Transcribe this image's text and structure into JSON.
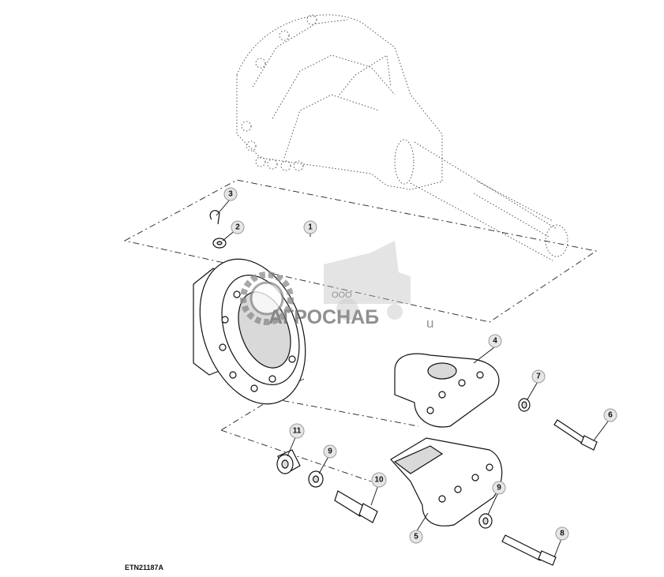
{
  "figure_code": "ETN21187A",
  "watermark": {
    "prefix": "ООО",
    "brand": "АГРОСНАБ",
    "suffix": "u"
  },
  "callouts": [
    "1",
    "2",
    "3",
    "4",
    "5",
    "6",
    "7",
    "8",
    "9",
    "9",
    "10",
    "11"
  ],
  "colors": {
    "line": "#111111",
    "callout_fill": "#e6e6e6",
    "watermark": "#6b6b6b"
  }
}
